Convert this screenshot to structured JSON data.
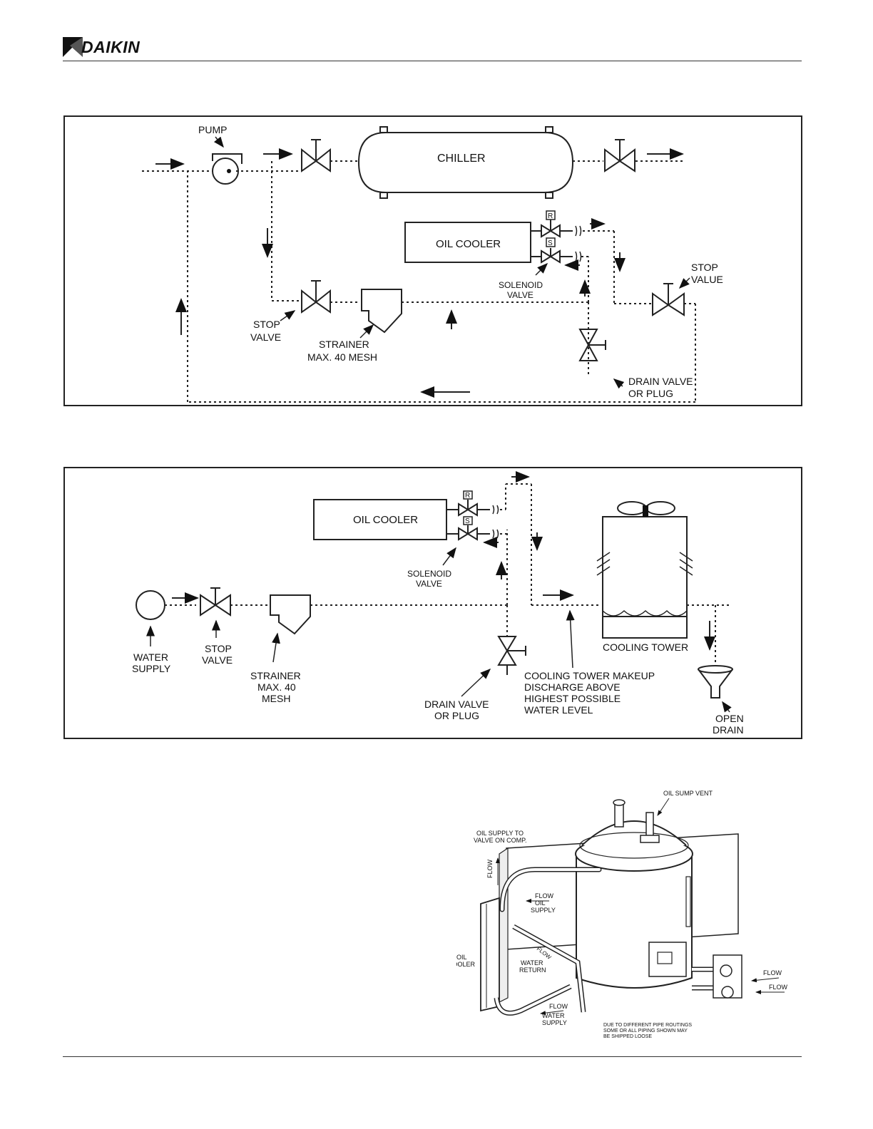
{
  "header": {
    "brand": "DAIKIN"
  },
  "diagram_top": {
    "pump": "PUMP",
    "chiller": "CHILLER",
    "oil_cooler": "OIL COOLER",
    "r_mark": "R",
    "s_mark": "S",
    "solenoid_1": "SOLENOID",
    "solenoid_2": "VALVE",
    "stop_valve_left_1": "STOP",
    "stop_valve_left_2": "VALVE",
    "strainer_1": "STRAINER",
    "strainer_2": "MAX. 40 MESH",
    "stop_value_right_1": "STOP",
    "stop_value_right_2": "VALUE",
    "drain_1": "DRAIN VALVE",
    "drain_2": "OR PLUG"
  },
  "diagram_bottom": {
    "oil_cooler": "OIL COOLER",
    "r_mark": "R",
    "s_mark": "S",
    "solenoid_1": "SOLENOID",
    "solenoid_2": "VALVE",
    "water_supply_1": "WATER",
    "water_supply_2": "SUPPLY",
    "stop_valve_1": "STOP",
    "stop_valve_2": "VALVE",
    "strainer_1": "STRAINER",
    "strainer_2": "MAX. 40",
    "strainer_3": "MESH",
    "drain_1": "DRAIN VALVE",
    "drain_2": "OR PLUG",
    "cooling_tower": "COOLING TOWER",
    "makeup_1": "COOLING TOWER MAKEUP",
    "makeup_2": "DISCHARGE ABOVE",
    "makeup_3": "HIGHEST POSSIBLE",
    "makeup_4": "WATER LEVEL",
    "open_drain_1": "OPEN",
    "open_drain_2": "DRAIN"
  },
  "illustration": {
    "oil_sump_vent": "OIL SUMP VENT",
    "oil_supply_to_1": "OIL SUPPLY TO",
    "oil_supply_to_2": "VALVE ON COMP.",
    "flow_vertical": "FLOW",
    "flow_oil": "FLOW",
    "oil_supply_1": "OIL",
    "oil_supply_2": "SUPPLY",
    "oil_cooler_1": "OIL",
    "oil_cooler_2": "COOLER",
    "water_return_1": "WATER",
    "water_return_2": "RETURN",
    "flow_return": "FLOW",
    "flow_supply": "FLOW",
    "water_supply_1": "WATER",
    "water_supply_2": "SUPPLY",
    "flow_right_1": "FLOW",
    "flow_right_2": "FLOW",
    "note_1": "DUE TO DIFFERENT PIPE ROUTINGS",
    "note_2": "SOME OR ALL PIPING SHOWN MAY",
    "note_3": "BE SHIPPED LOOSE"
  }
}
